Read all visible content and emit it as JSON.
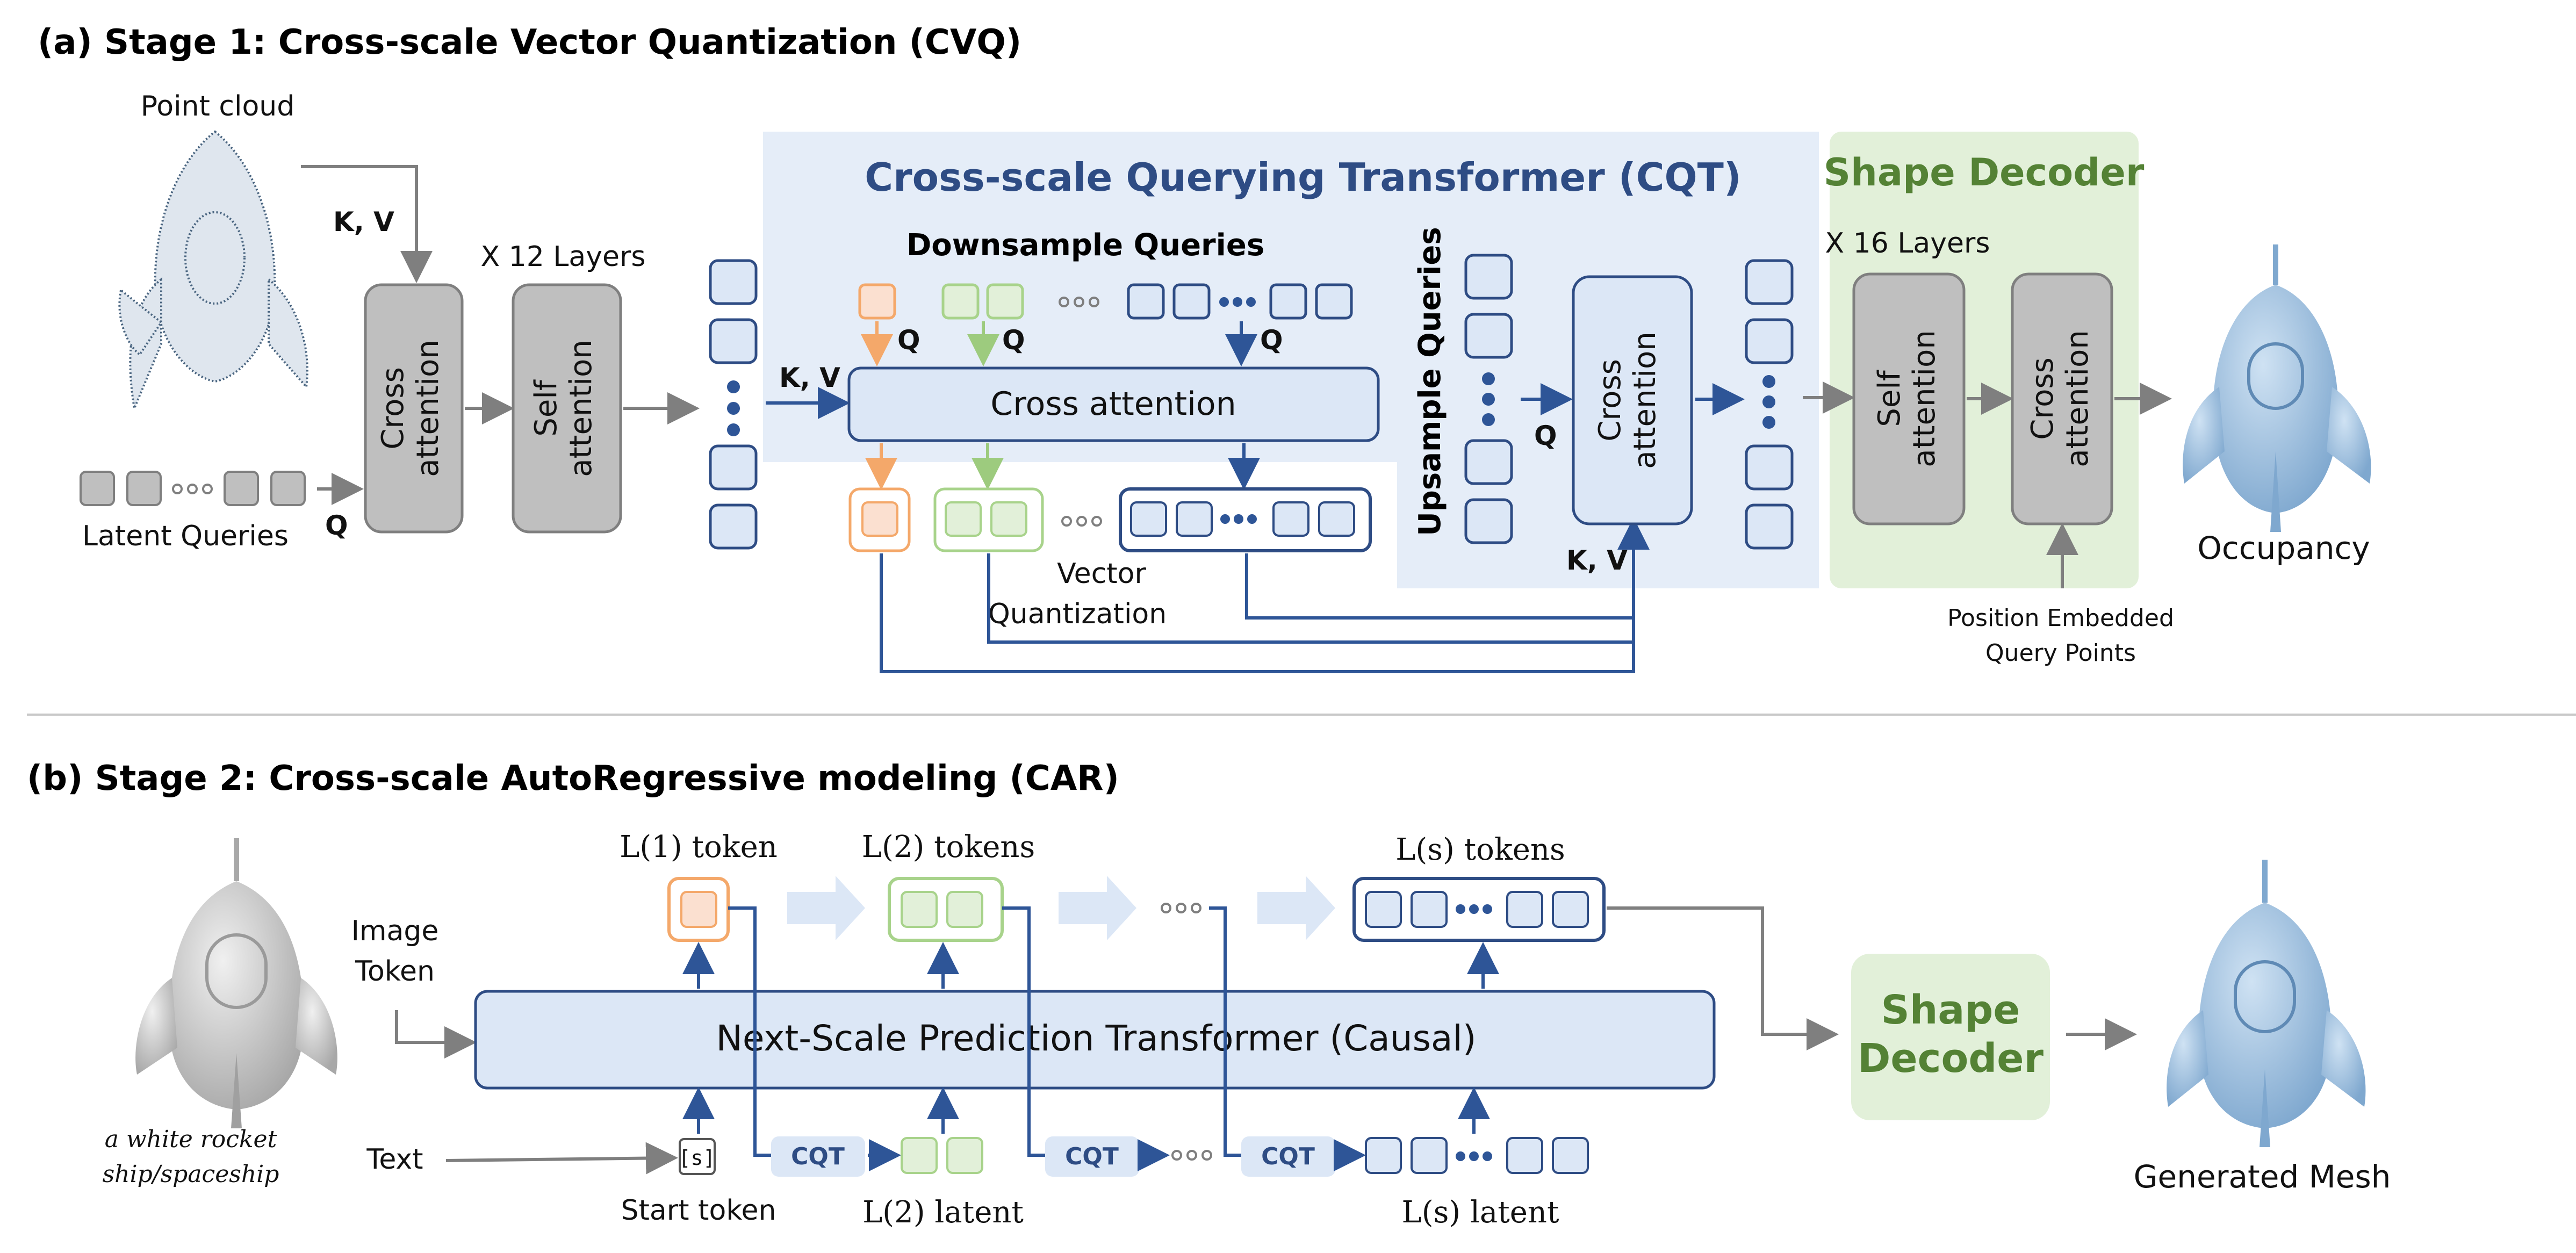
{
  "stage1": {
    "title": "(a) Stage 1: Cross-scale Vector Quantization (CVQ)",
    "point_cloud": "Point cloud",
    "kv1": "K, V",
    "layers12": "X 12 Layers",
    "latent_queries": "Latent Queries",
    "q1": "Q",
    "cross_attn_a": "Cross",
    "cross_attn_b": "attention",
    "self_attn_a": "Self",
    "self_attn_b": "attention",
    "cqt_title": "Cross-scale Querying Transformer (CQT)",
    "downsample": "Downsample Queries",
    "q": "Q",
    "kv2": "K, V",
    "cqt_cross": "Cross attention",
    "vq_a": "Vector",
    "vq_b": "Quantization",
    "upsample": "Upsample Queries",
    "kv3": "K, V",
    "sd_title": "Shape Decoder",
    "layers16": "X 16 Layers",
    "pos_a": "Position Embedded",
    "pos_b": "Query Points",
    "occupancy": "Occupancy"
  },
  "stage2": {
    "title": "(b) Stage 2: Cross-scale AutoRegressive modeling (CAR)",
    "l1_token": "L(1) token",
    "l2_tokens": "L(2) tokens",
    "ls_tokens": "L(s) tokens",
    "image_a": "Image",
    "image_b": "Token",
    "npt": "Next-Scale Prediction Transformer (Causal)",
    "caption_a": "a white rocket",
    "caption_b": "ship/spaceship",
    "text": "Text",
    "s_token": "[s]",
    "start_token": "Start token",
    "cqt": "CQT",
    "l2_latent": "L(2) latent",
    "ls_latent": "L(s) latent",
    "sd_a": "Shape",
    "sd_b": "Decoder",
    "generated": "Generated Mesh"
  },
  "colors": {
    "orange": "#F4A86A",
    "green": "#A8D38B",
    "blue": "#2E4C84",
    "light_blue": "#DCE7F6",
    "gray_block": "#BFBFBF",
    "green_panel": "#E2F0D9",
    "green_text": "#548235",
    "arrow_blue": "#2E5597",
    "mesh_blue": "#8EB4D6"
  }
}
